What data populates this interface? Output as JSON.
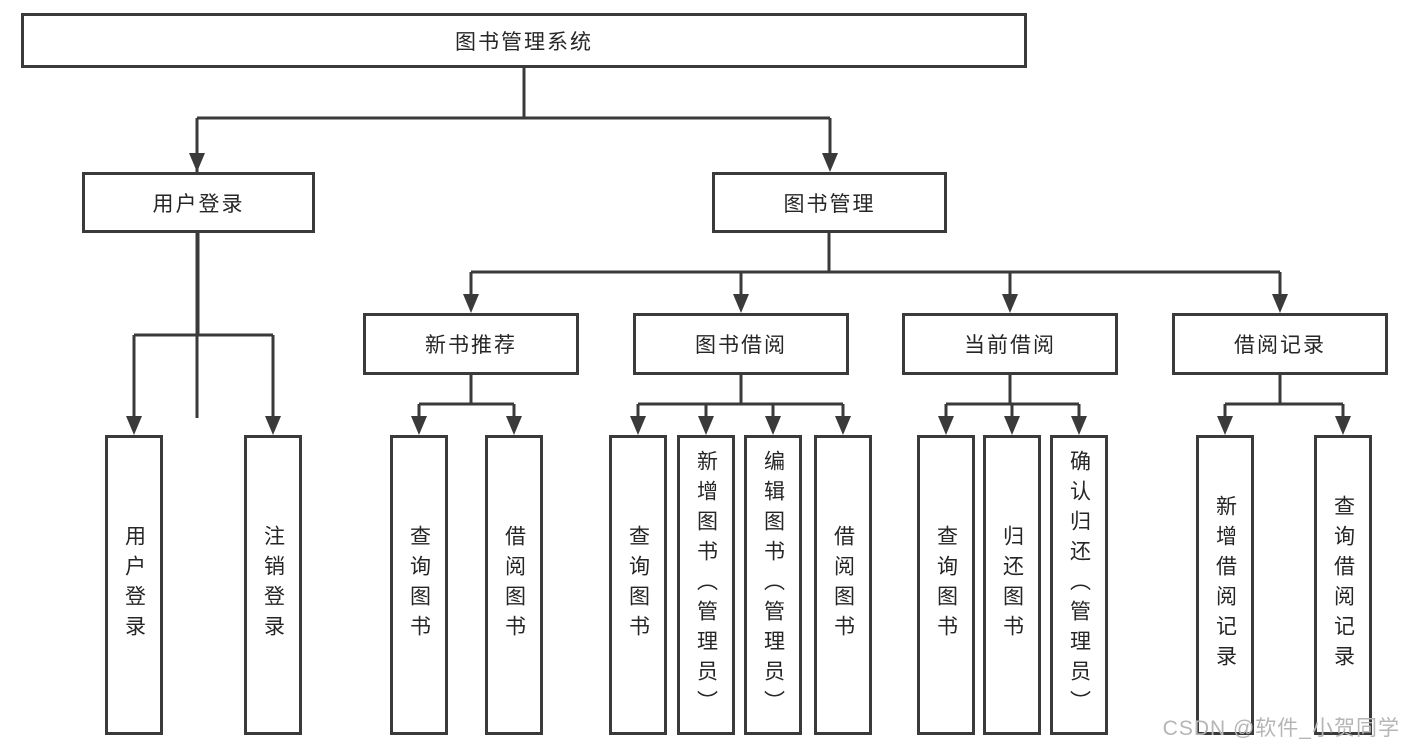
{
  "tree": {
    "root": {
      "label": "图书管理系统"
    },
    "branches": [
      {
        "label": "用户登录",
        "children": [
          {
            "label": "用户登录"
          },
          {
            "label": "注销登录"
          }
        ]
      },
      {
        "label": "图书管理",
        "children": [
          {
            "label": "新书推荐",
            "children": [
              {
                "label": "查询图书"
              },
              {
                "label": "借阅图书"
              }
            ]
          },
          {
            "label": "图书借阅",
            "children": [
              {
                "label": "查询图书"
              },
              {
                "label": "新增图书（管理员）"
              },
              {
                "label": "编辑图书（管理员）"
              },
              {
                "label": "借阅图书"
              }
            ]
          },
          {
            "label": "当前借阅",
            "children": [
              {
                "label": "查询图书"
              },
              {
                "label": "归还图书"
              },
              {
                "label": "确认归还（管理员）"
              }
            ]
          },
          {
            "label": "借阅记录",
            "children": [
              {
                "label": "新增借阅记录"
              },
              {
                "label": "查询借阅记录"
              }
            ]
          }
        ]
      }
    ]
  },
  "watermark": "CSDN @软件_小贺同学",
  "colors": {
    "line": "#3a3a3a",
    "text": "#262626",
    "background": "#ffffff",
    "watermark": "#b5b5b5"
  }
}
